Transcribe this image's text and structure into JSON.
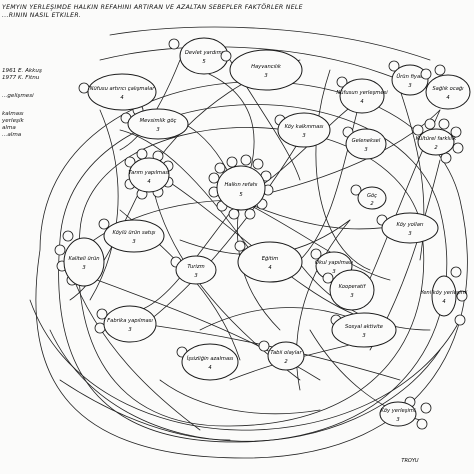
{
  "header": {
    "line1": "Yemyin yerleşimde halkın refahını artıran ve azaltan sebepler faktörler nele",
    "line2": "...rinin nasıl etkiler."
  },
  "side_notes": {
    "line1": "1961 E. Akkuş",
    "line2": "1977 K. Fitnu",
    "line3": "...gelişmesi",
    "line4": "kalması",
    "line5": "yerleşik",
    "line6": "alma",
    "line7": "...alma"
  },
  "nodes": [
    {
      "label": "Halkın refahı",
      "score": "5"
    },
    {
      "label": "Tarım yapılması",
      "score": "4"
    },
    {
      "label": "Mevsimlik göç",
      "score": "3"
    },
    {
      "label": "Nüfusu artırıcı çalışmalar",
      "score": "4"
    },
    {
      "label": "Devlet yardımı",
      "score": "5"
    },
    {
      "label": "Hayvancılık",
      "score": "3"
    },
    {
      "label": "Köy kalkınması",
      "score": "3"
    },
    {
      "label": "Nüfusun yerleşmesi",
      "score": "4"
    },
    {
      "label": "Geleneksel",
      "score": "3"
    },
    {
      "label": "Fabrika yapılması",
      "score": "3"
    },
    {
      "label": "İşsizliğin azalması",
      "score": "4"
    },
    {
      "label": "Kaliteli ürün",
      "score": "3"
    },
    {
      "label": "Köylü ürün satışı",
      "score": "3"
    },
    {
      "label": "Eğitim",
      "score": "4"
    },
    {
      "label": "Turizm",
      "score": "3"
    },
    {
      "label": "Okul yapılması",
      "score": "3"
    },
    {
      "label": "Göç",
      "score": "2"
    },
    {
      "label": "Kooperatif",
      "score": "3"
    },
    {
      "label": "Sosyal aktivite",
      "score": "3"
    },
    {
      "label": "Tabii olaylar",
      "score": "2"
    },
    {
      "label": "Köy yolları",
      "score": "3"
    },
    {
      "label": "Ürün fiyatı",
      "score": "3"
    },
    {
      "label": "Sağlık ocağı",
      "score": "4"
    },
    {
      "label": "Kültürel farklılık",
      "score": "2"
    },
    {
      "label": "Yeni köy yerleşimi",
      "score": "4"
    },
    {
      "label": "Köy yerleşimi",
      "score": "3"
    }
  ],
  "footnote": "TROYU"
}
